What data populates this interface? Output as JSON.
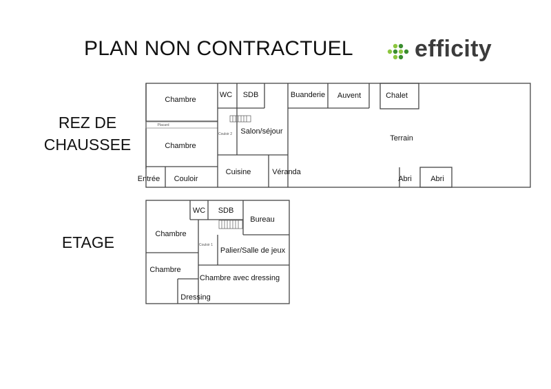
{
  "header": {
    "title": "PLAN NON CONTRACTUEL",
    "logo_text": "efficity",
    "colors": {
      "logo_dots_light": "#8cc63f",
      "logo_dots_dark": "#3a8d2f",
      "logo_text": "#3c3c3c"
    }
  },
  "levels": {
    "ground": {
      "label": "REZ DE\nCHAUSSEE"
    },
    "upper": {
      "label": "ETAGE"
    }
  },
  "rooms_ground": {
    "chambre_1": "Chambre",
    "wc": "WC",
    "sdb": "SDB",
    "buanderie": "Buanderie",
    "auvent": "Auvent",
    "chalet": "Chalet",
    "placard": "Placard",
    "couloir_2": "Couloir 2",
    "salon": "Salon/séjour",
    "terrain": "Terrain",
    "chambre_2": "Chambre",
    "cuisine": "Cuisine",
    "veranda": "Véranda",
    "entree": "Entrée",
    "couloir": "Couloir",
    "abri_1": "Abri",
    "abri_2": "Abri"
  },
  "rooms_upper": {
    "wc": "WC",
    "sdb": "SDB",
    "bureau": "Bureau",
    "chambre_1": "Chambre",
    "couloir_1": "Couloir 1",
    "palier": "Palier/Salle de jeux",
    "chambre_2": "Chambre",
    "chambre_dressing": "Chambre avec dressing",
    "dressing": "Dressing"
  }
}
